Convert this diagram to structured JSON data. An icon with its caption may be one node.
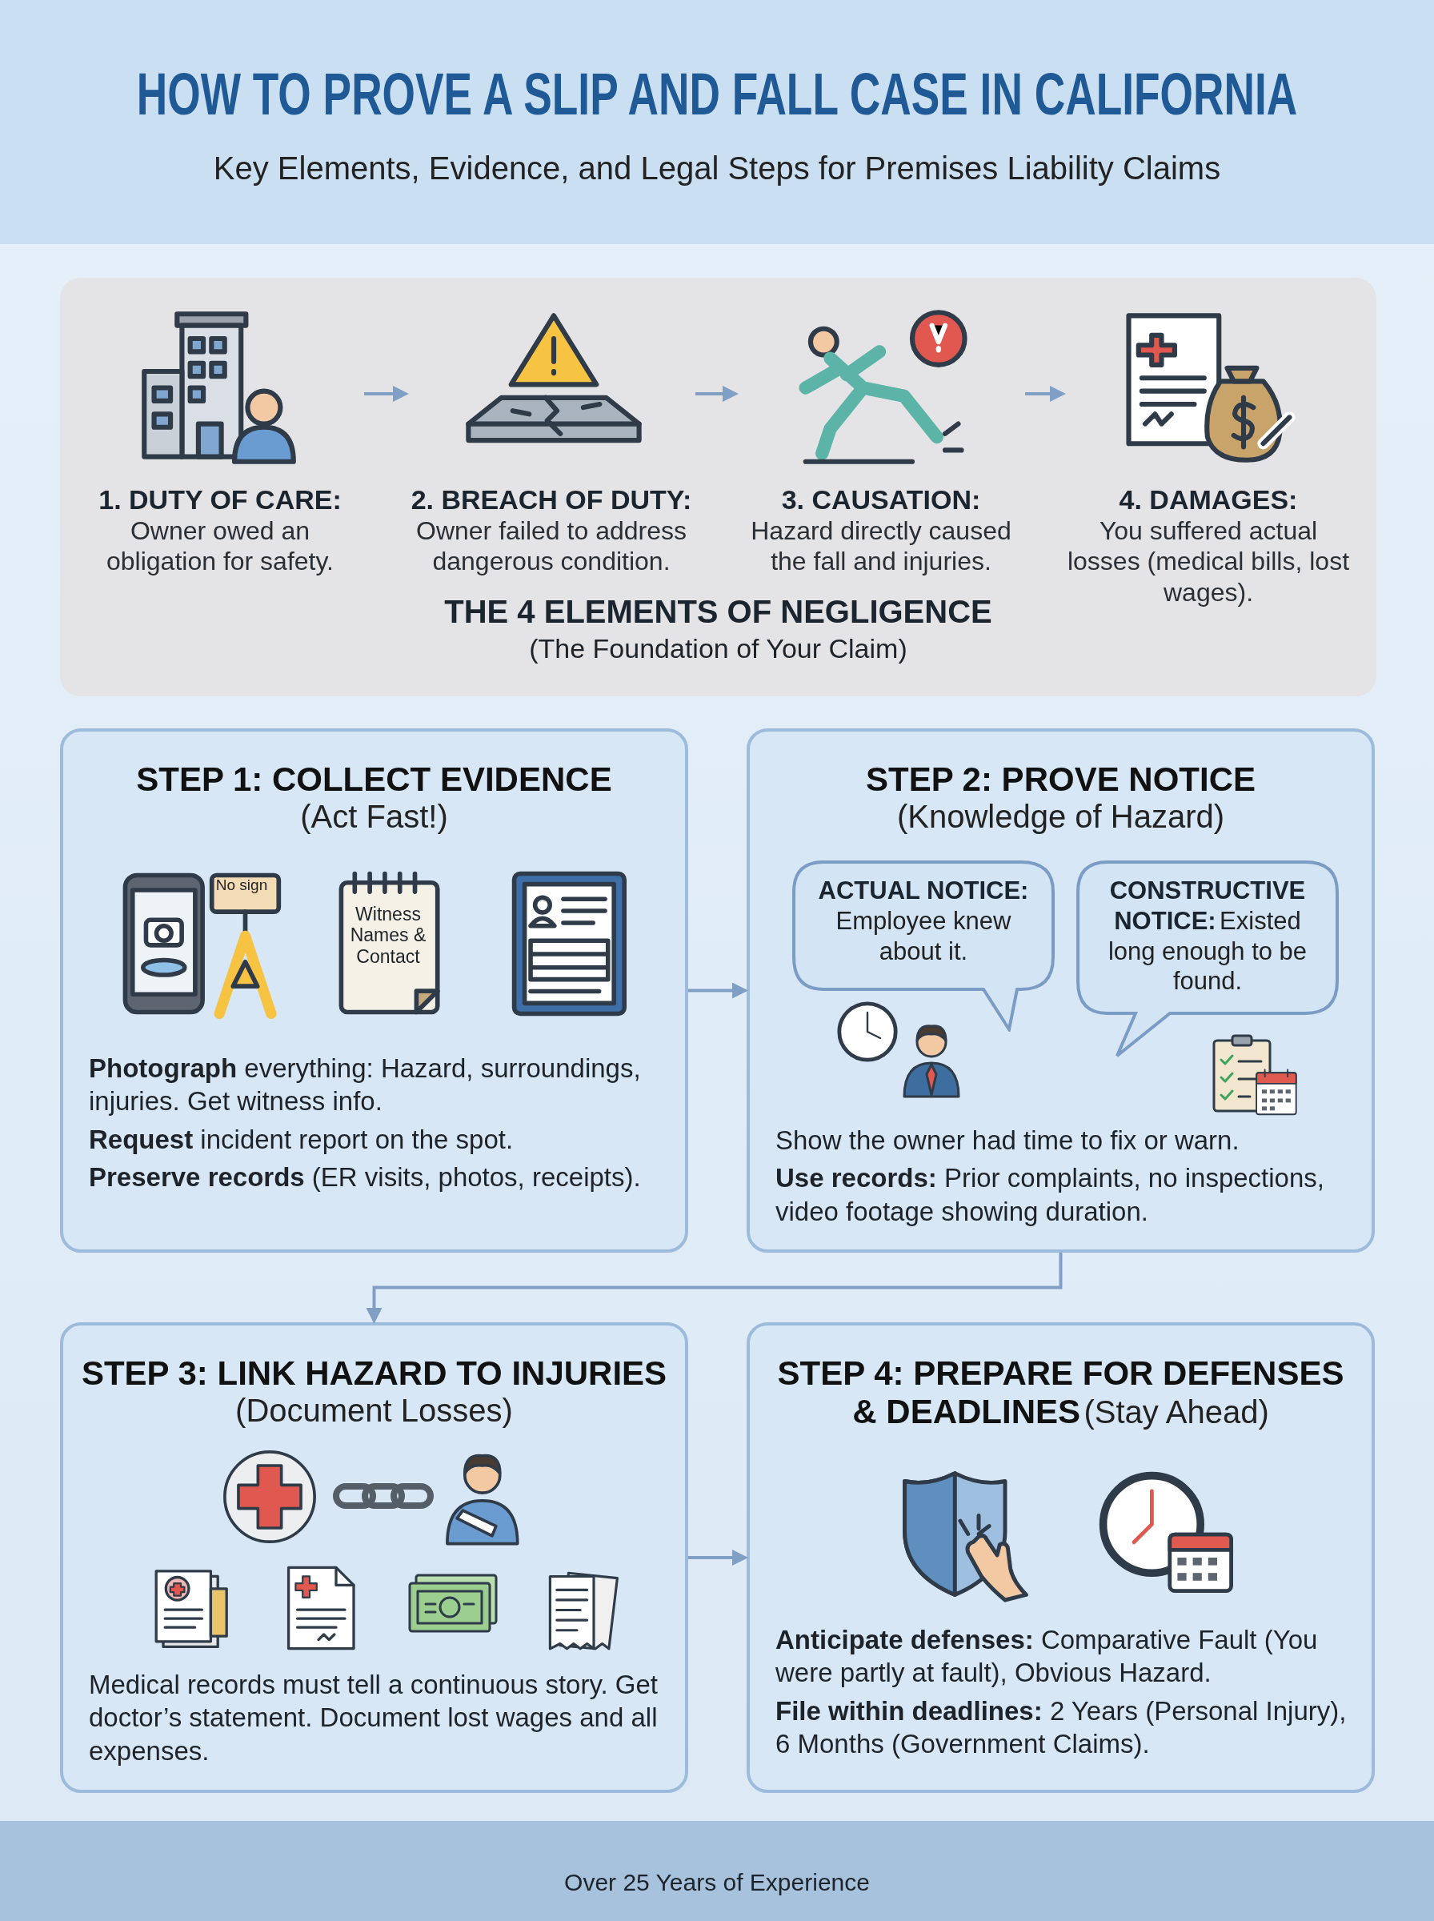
{
  "diagram": {
    "title": "HOW TO PROVE A SLIP AND FALL CASE IN CALIFORNIA",
    "nodes": [
      {
        "text": [
          "THE 4 ELEMENTS OF NEGLIGENCE",
          "(The Foundation of Your Claim)"
        ]
      },
      {
        "text": [
          "1. DUTY OF CARE:",
          "Owner owed an obligation for safety."
        ],
        "in": 0
      },
      {
        "text": [
          "2. BREACH OF DUTY:",
          "Owner failed to address dangerous condition."
        ],
        "in": 0
      },
      {
        "text": [
          "3. CAUSATION:",
          "Hazard directly caused the fall and injuries."
        ],
        "in": 0
      },
      {
        "text": [
          "4. DAMAGES:",
          "You suffered actual losses (medical bills, lost wages)."
        ],
        "in": 0
      },
      {
        "text": [
          "STEP 1: COLLECT EVIDENCE",
          "(Act Fast!)",
          "**Photograph** everything: Hazard, surroundings, injuries. Get witness info.",
          "**Request** incident report on the spot.",
          "**Preserve records** (ER visits, photos, receipts)."
        ]
      },
      {
        "text": [
          "STEP 2: PROVE NOTICE",
          "(Knowledge of Hazard)",
          "Show the owner had time to fix or warn.",
          "**Use records:** Prior complaints, no inspections, video footage showing duration."
        ]
      },
      {
        "text": [
          "ACTUAL NOTICE:",
          "Employee knew about it."
        ],
        "in": 6
      },
      {
        "text": [
          "CONSTRUCTIVE NOTICE:",
          "Existed long enough to be found."
        ],
        "in": 6
      },
      {
        "text": [
          "STEP 3: LINK HAZARD TO INJURIES",
          "(Document Losses)",
          "Medical records must tell a continuous story. Get doctor’s statement. Document lost wages and all expenses."
        ]
      },
      {
        "text": [
          "STEP 4: PREPARE FOR DEFENSES & DEADLINES",
          "(Stay Ahead)",
          "**Anticipate defenses:** Comparative Fault (You were partly at fault), Obvious Hazard.",
          "**File within deadlines:** 2 Years (Personal Injury), 6 Months (Government Claims)."
        ]
      }
    ],
    "edges": [
      {
        "from": 1,
        "to": 2,
        "arrow": "to"
      },
      {
        "from": 2,
        "to": 3,
        "arrow": "to"
      },
      {
        "from": 3,
        "to": 4,
        "arrow": "to"
      },
      {
        "from": 5,
        "to": 6,
        "arrow": "to"
      },
      {
        "from": 6,
        "to": 9,
        "arrow": "to"
      },
      {
        "from": 9,
        "to": 10,
        "arrow": "to"
      }
    ],
    "labels": [
      "Key Elements, Evidence, and Legal Steps for Premises Liability Claims",
      "No sign",
      "Witness Names & Contact",
      "Over 25 Years of Experience"
    ]
  }
}
